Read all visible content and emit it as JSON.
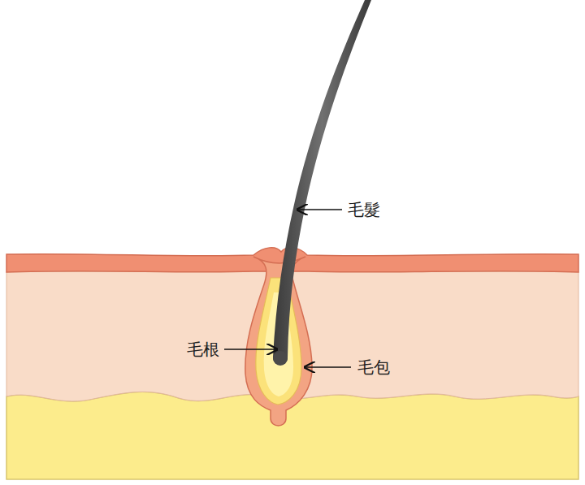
{
  "diagram": {
    "labels": [
      "毛髮",
      "毛根",
      "毛包"
    ]
  }
}
